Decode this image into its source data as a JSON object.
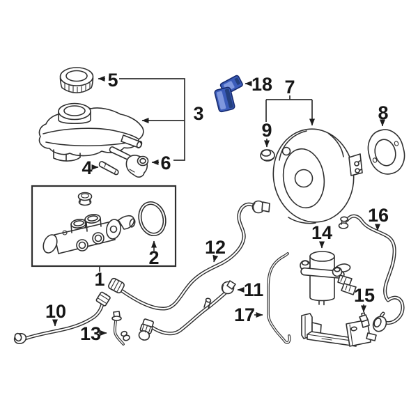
{
  "diagram": {
    "type": "exploded-parts-diagram",
    "description_visible_text_only": true,
    "colors": {
      "bg": "#ffffff",
      "line": "#2e2e2e",
      "highlight": "#3b5cba",
      "highlight_light": "#7e97de",
      "highlight_dark": "#24407f",
      "highlight_edge": "#162a6e"
    },
    "callouts": {
      "1": "1",
      "2": "2",
      "3": "3",
      "4": "4",
      "5": "5",
      "6": "6",
      "7": "7",
      "8": "8",
      "9": "9",
      "10": "10",
      "11": "11",
      "12": "12",
      "13": "13",
      "14": "14",
      "15": "15",
      "16": "16",
      "17": "17",
      "18": "18"
    }
  }
}
